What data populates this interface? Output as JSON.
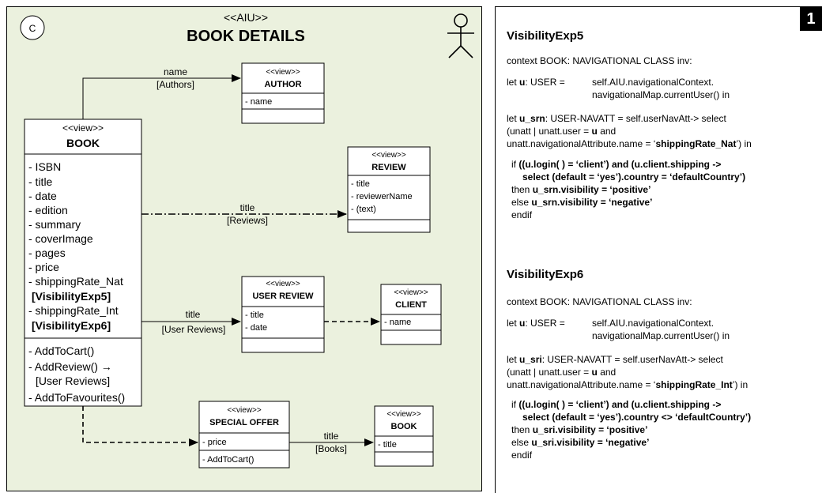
{
  "left": {
    "corner_letter": "C",
    "stereotype": "<<AIU>>",
    "title": "BOOK DETAILS",
    "book": {
      "stereo": "<<view>>",
      "name": "BOOK",
      "attrs": [
        "- ISBN",
        "- title",
        "- date",
        "- edition",
        "- summary",
        "- coverImage",
        "- pages",
        "- price",
        "- shippingRate_Nat"
      ],
      "vis5": "[VisibilityExp5]",
      "attr_int": "- shippingRate_Int",
      "vis6": "[VisibilityExp6]",
      "ops": [
        "- AddToCart()",
        "- AddReview() →",
        "[User Reviews]",
        "- AddToFavourites()"
      ]
    },
    "author": {
      "stereo": "<<view>>",
      "name": "AUTHOR",
      "attrs": [
        "- name"
      ]
    },
    "review": {
      "stereo": "<<view>>",
      "name": "REVIEW",
      "attrs": [
        "- title",
        "- reviewerName",
        "- (text)"
      ]
    },
    "user_review": {
      "stereo": "<<view>>",
      "name": "USER REVIEW",
      "attrs": [
        "- title",
        "- date"
      ]
    },
    "client": {
      "stereo": "<<view>>",
      "name": "CLIENT",
      "attrs": [
        "- name"
      ]
    },
    "special_offer": {
      "stereo": "<<view>>",
      "name": "SPECIAL OFFER",
      "attrs": [
        "- price"
      ],
      "ops": [
        "-  AddToCart()"
      ]
    },
    "book2": {
      "stereo": "<<view>>",
      "name": "BOOK",
      "attrs": [
        "- title"
      ]
    },
    "links": {
      "author_name": "name",
      "author_idx": "[Authors]",
      "review_name": "title",
      "review_idx": "[Reviews]",
      "ur_name": "title",
      "ur_idx": "[User Reviews]",
      "books_name": "title",
      "books_idx": "[Books]"
    }
  },
  "right": {
    "badge": "1",
    "v5": {
      "title": "VisibilityExp5",
      "context": "context BOOK: NAVIGATIONAL CLASS inv:",
      "let_u_pre": "let ",
      "let_u_var": "u",
      "let_u_type": ": USER =",
      "let_u_expr1": "self.AIU.navigationalContext.",
      "let_u_expr2": "navigationalMap.currentUser() in",
      "let_s_pre": "let ",
      "let_s_var": "u_srn",
      "let_s_rest": ": USER-NAVATT = self.userNavAtt-> select",
      "unatt1_pre": "(unatt | unatt.user = ",
      "unatt1_var": "u",
      "unatt1_post": " and",
      "unatt2_pre": "unatt.navigationalAttribute.name = ‘",
      "unatt2_val": "shippingRate_Nat",
      "unatt2_post": "’) in",
      "if_pre": "if  ",
      "if1": "((u.login( ) = ‘client’) and  (u.client.shipping ->",
      "if2": "select (default = ‘yes’).country = ‘defaultCountry’)",
      "then_pre": "then ",
      "then_b": "u_srn.visibility = ‘positive’",
      "else_pre": "else ",
      "else_b": "u_srn.visibility = ‘negative’",
      "endif": "endif"
    },
    "v6": {
      "title": "VisibilityExp6",
      "context": "context BOOK: NAVIGATIONAL CLASS inv:",
      "let_u_pre": "let ",
      "let_u_var": "u",
      "let_u_type": ": USER =",
      "let_u_expr1": "self.AIU.navigationalContext.",
      "let_u_expr2": "navigationalMap.currentUser() in",
      "let_s_pre": "let ",
      "let_s_var": "u_sri",
      "let_s_rest": ": USER-NAVATT = self.userNavAtt-> select",
      "unatt1_pre": "(unatt | unatt.user = ",
      "unatt1_var": "u",
      "unatt1_post": " and",
      "unatt2_pre": "unatt.navigationalAttribute.name = ‘",
      "unatt2_val": "shippingRate_Int",
      "unatt2_post": "’) in",
      "if_pre": "if  ",
      "if1": "((u.login( ) = ‘client’) and  (u.client.shipping ->",
      "if2": "select (default = ‘yes’).country <> ‘defaultCountry’)",
      "then_pre": "then ",
      "then_b": "u_sri.visibility = ‘positive’",
      "else_pre": "else ",
      "else_b": "u_sri.visibility = ‘negative’",
      "endif": "endif"
    }
  }
}
